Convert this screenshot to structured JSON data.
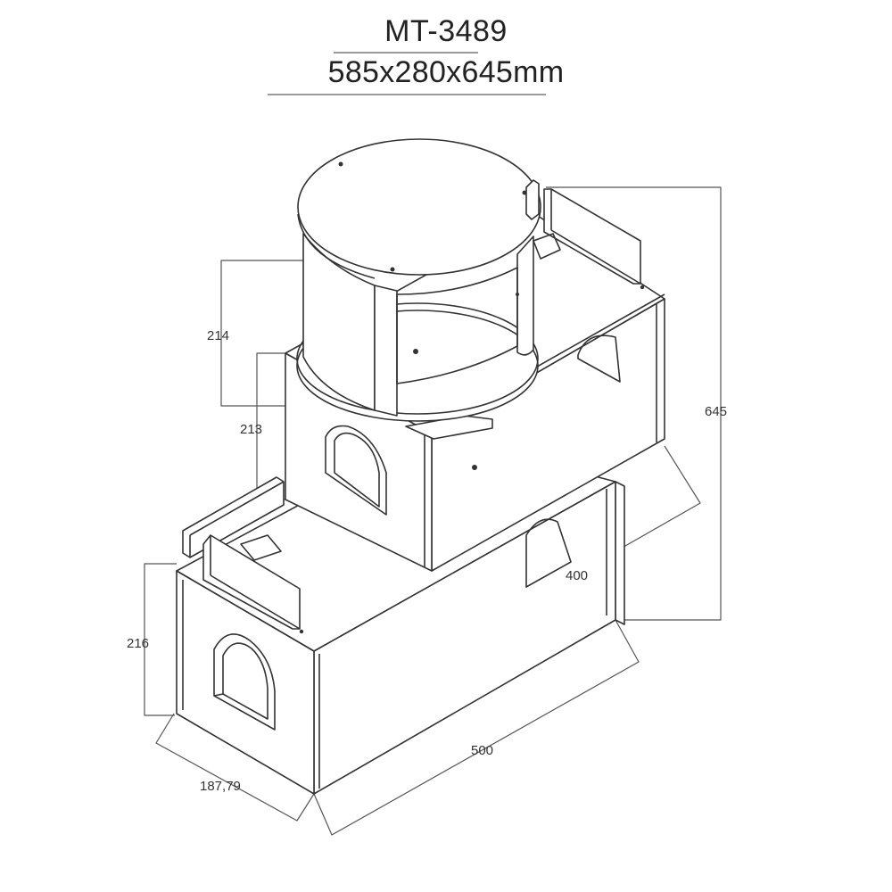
{
  "title": {
    "model": "MT-3489",
    "dimensions": "585x280x645mm"
  },
  "dimensions": {
    "cylinder_height": "214",
    "middle_box_height": "213",
    "total_height": "645",
    "middle_box_depth": "400",
    "bottom_box_height": "216",
    "bottom_box_length": "500",
    "bottom_box_width": "187,79"
  },
  "colors": {
    "line": "#333333",
    "fill": "#ffffff",
    "dimension_line": "#555555"
  }
}
